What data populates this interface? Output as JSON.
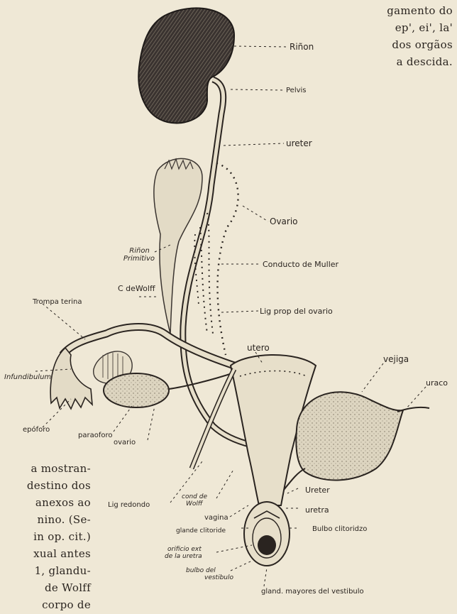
{
  "page_text": {
    "top_right_lines": [
      "gamento do",
      "ep', ei', la'",
      "dos orgãos",
      "a descida."
    ],
    "bottom_left_lines": [
      "a mostran-",
      "destino dos",
      "anexos ao",
      "nino. (Se-",
      "in op. cit.)",
      "xual antes",
      "1, glandu-",
      "de Wolff",
      "corpo de"
    ]
  },
  "figure": {
    "labels": {
      "rinon": "Riñon",
      "pelvis": "Pelvis",
      "ureter_top": "ureter",
      "ovario_right": "Ovario",
      "rinon_primitivo": [
        "Riñon",
        "Primitivo"
      ],
      "conducto_muller": "Conducto de Muller",
      "c_wolff": "C deWolff",
      "trompa": "Trompa  terina",
      "lig_prop": "Lig prop  del ovario",
      "utero": "utero",
      "vejiga": "vejiga",
      "uraco": "uraco",
      "infundibulum": "Infundibulum",
      "epoforo": "epóforo",
      "paraoforo": "paraoforo",
      "ovario_low": "ovario",
      "lig_redondo": "Lig redondo",
      "cond_wolff": [
        "cond de",
        "Wolff"
      ],
      "vagina": "vagina",
      "gland_clitorideo": "glande clitoride",
      "ureter_low": "Ureter",
      "uretra": "uretra",
      "bulbo_clitorideo": "Bulbo clitoridzo",
      "orificio": [
        "orificio ext",
        "de la uretra"
      ],
      "bulbo_vestibulo": [
        "bulbo del",
        "vestibulo"
      ],
      "gland_mayores": "gland. mayores del vestibulo"
    }
  }
}
